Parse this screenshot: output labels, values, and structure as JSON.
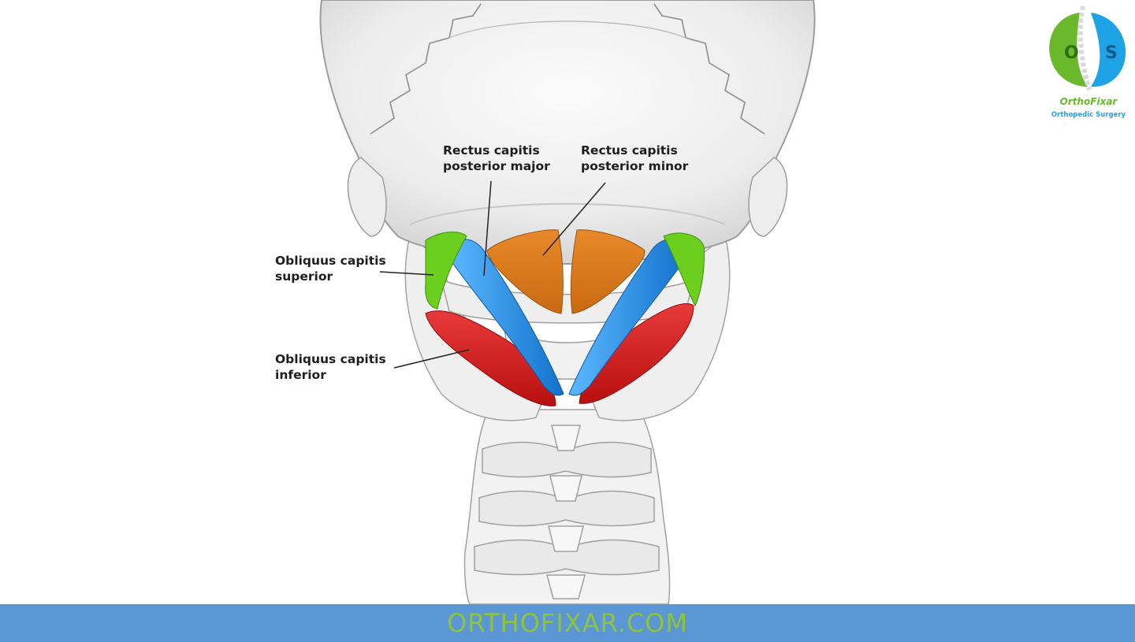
{
  "labels": {
    "rcp_major": [
      "Rectus capitis",
      "posterior major"
    ],
    "rcp_minor": [
      "Rectus capitis",
      "posterior minor"
    ],
    "oc_superior": [
      "Obliquus capitis",
      "superior"
    ],
    "oc_inferior": [
      "Obliquus capitis",
      "inferior"
    ]
  },
  "logo": {
    "name": "OrthoFixar",
    "subtitle": "Orthopedic Surgery",
    "left_letter": "O",
    "right_letter": "S"
  },
  "footer": {
    "text": "ORTHOFIXAR.COM"
  },
  "colors": {
    "rcp_major": "#1f8fe6",
    "rcp_minor": "#e07f1a",
    "oc_superior": "#6ccf1e",
    "oc_inferior": "#d91414",
    "bone": "#f1f1f1",
    "bone_outline": "#9a9a9a",
    "footer_bg": "#5b97d4",
    "footer_text": "#8fc33a",
    "logo_green": "#6ab82b",
    "logo_blue": "#1ea3e6"
  }
}
